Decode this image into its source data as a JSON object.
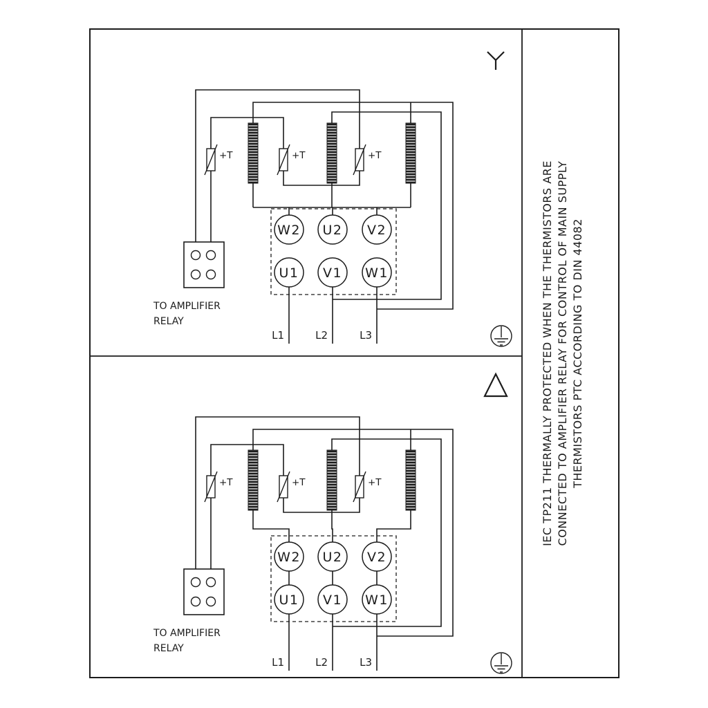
{
  "colors": {
    "ink": "#1c1c1c",
    "background": "#ffffff"
  },
  "side_note": {
    "lines": [
      "IEC TP211 THERMALLY PROTECTED WHEN THE THERMISTORS ARE",
      "CONNECTED TO AMPLIFIER RELAY FOR CONTROL OF MAIN SUPPLY",
      "THERMISTORS PTC ACCORDING TO DIN 44082"
    ]
  },
  "panels": [
    {
      "connection": "star",
      "terminals": {
        "top": [
          "W2",
          "U2",
          "V2"
        ],
        "bottom": [
          "U1",
          "V1",
          "W1"
        ]
      },
      "thermistor_labels": [
        "+T",
        "+T",
        "+T"
      ],
      "relay_note_lines": [
        "TO AMPLIFIER",
        "RELAY"
      ],
      "supply_labels": [
        "L1",
        "L2",
        "L3"
      ]
    },
    {
      "connection": "delta",
      "terminals": {
        "top": [
          "W2",
          "U2",
          "V2"
        ],
        "bottom": [
          "U1",
          "V1",
          "W1"
        ]
      },
      "thermistor_labels": [
        "+T",
        "+T",
        "+T"
      ],
      "relay_note_lines": [
        "TO AMPLIFIER",
        "RELAY"
      ],
      "supply_labels": [
        "L1",
        "L2",
        "L3"
      ]
    }
  ]
}
